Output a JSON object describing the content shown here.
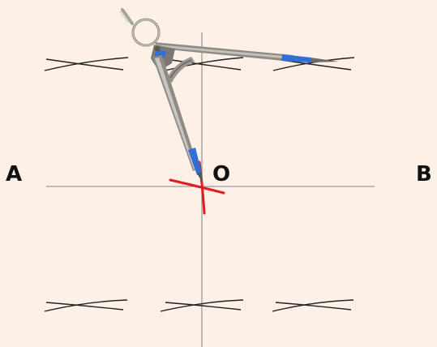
{
  "points": {
    "a": "A",
    "o": "O",
    "b": "B"
  },
  "colors": {
    "background": "#fcf0e7",
    "axis_line": "#9a9a9a",
    "arc_mark": "#222222",
    "center_mark": "#e01b24",
    "compass_metal": "#8e8a84",
    "compass_tip": "#2f6fd6"
  },
  "icons": {
    "tool": "compass-tool"
  }
}
